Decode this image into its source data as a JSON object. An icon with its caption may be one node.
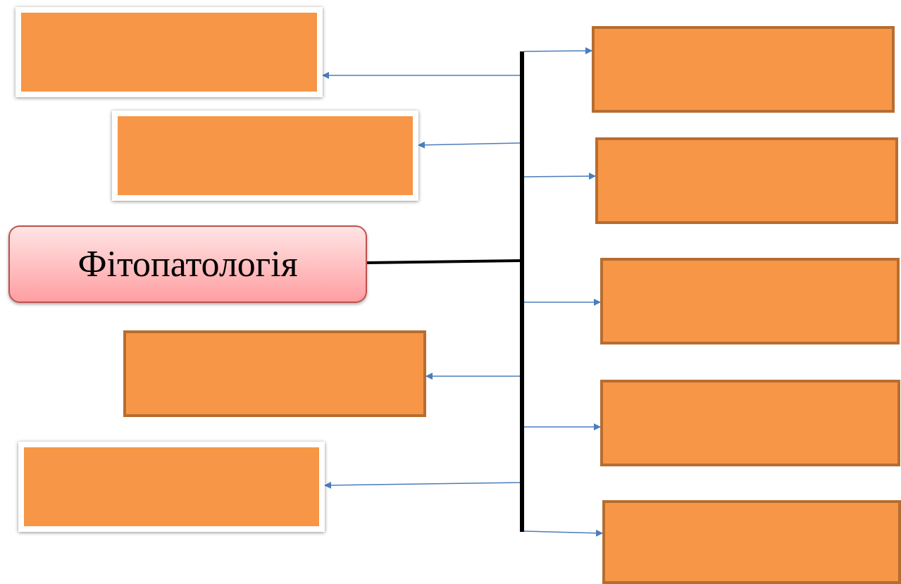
{
  "diagram": {
    "nodes": [
      {
        "text": [],
        "shape": "box"
      },
      {
        "text": [],
        "shape": "box"
      },
      {
        "text": [
          "Фітопатологія"
        ]
      },
      {
        "text": [],
        "shape": "box"
      },
      {
        "text": [],
        "shape": "box"
      },
      {
        "text": [],
        "shape": "bar"
      },
      {
        "text": [],
        "shape": "box"
      },
      {
        "text": [],
        "shape": "box"
      },
      {
        "text": [],
        "shape": "box"
      },
      {
        "text": [],
        "shape": "box"
      },
      {
        "text": [],
        "shape": "box"
      }
    ],
    "edges": [
      {
        "from": 2,
        "to": 5,
        "arrow": "none",
        "style": "thick",
        "color": "#000000"
      },
      {
        "from": 5,
        "to": 0,
        "arrow": "to"
      },
      {
        "from": 5,
        "to": 1,
        "arrow": "to"
      },
      {
        "from": 5,
        "to": 3,
        "arrow": "to"
      },
      {
        "from": 5,
        "to": 4,
        "arrow": "to"
      },
      {
        "from": 5,
        "to": 6,
        "arrow": "to"
      },
      {
        "from": 5,
        "to": 7,
        "arrow": "to"
      },
      {
        "from": 5,
        "to": 8,
        "arrow": "to"
      },
      {
        "from": 5,
        "to": 9,
        "arrow": "to"
      },
      {
        "from": 5,
        "to": 10,
        "arrow": "to"
      }
    ]
  }
}
